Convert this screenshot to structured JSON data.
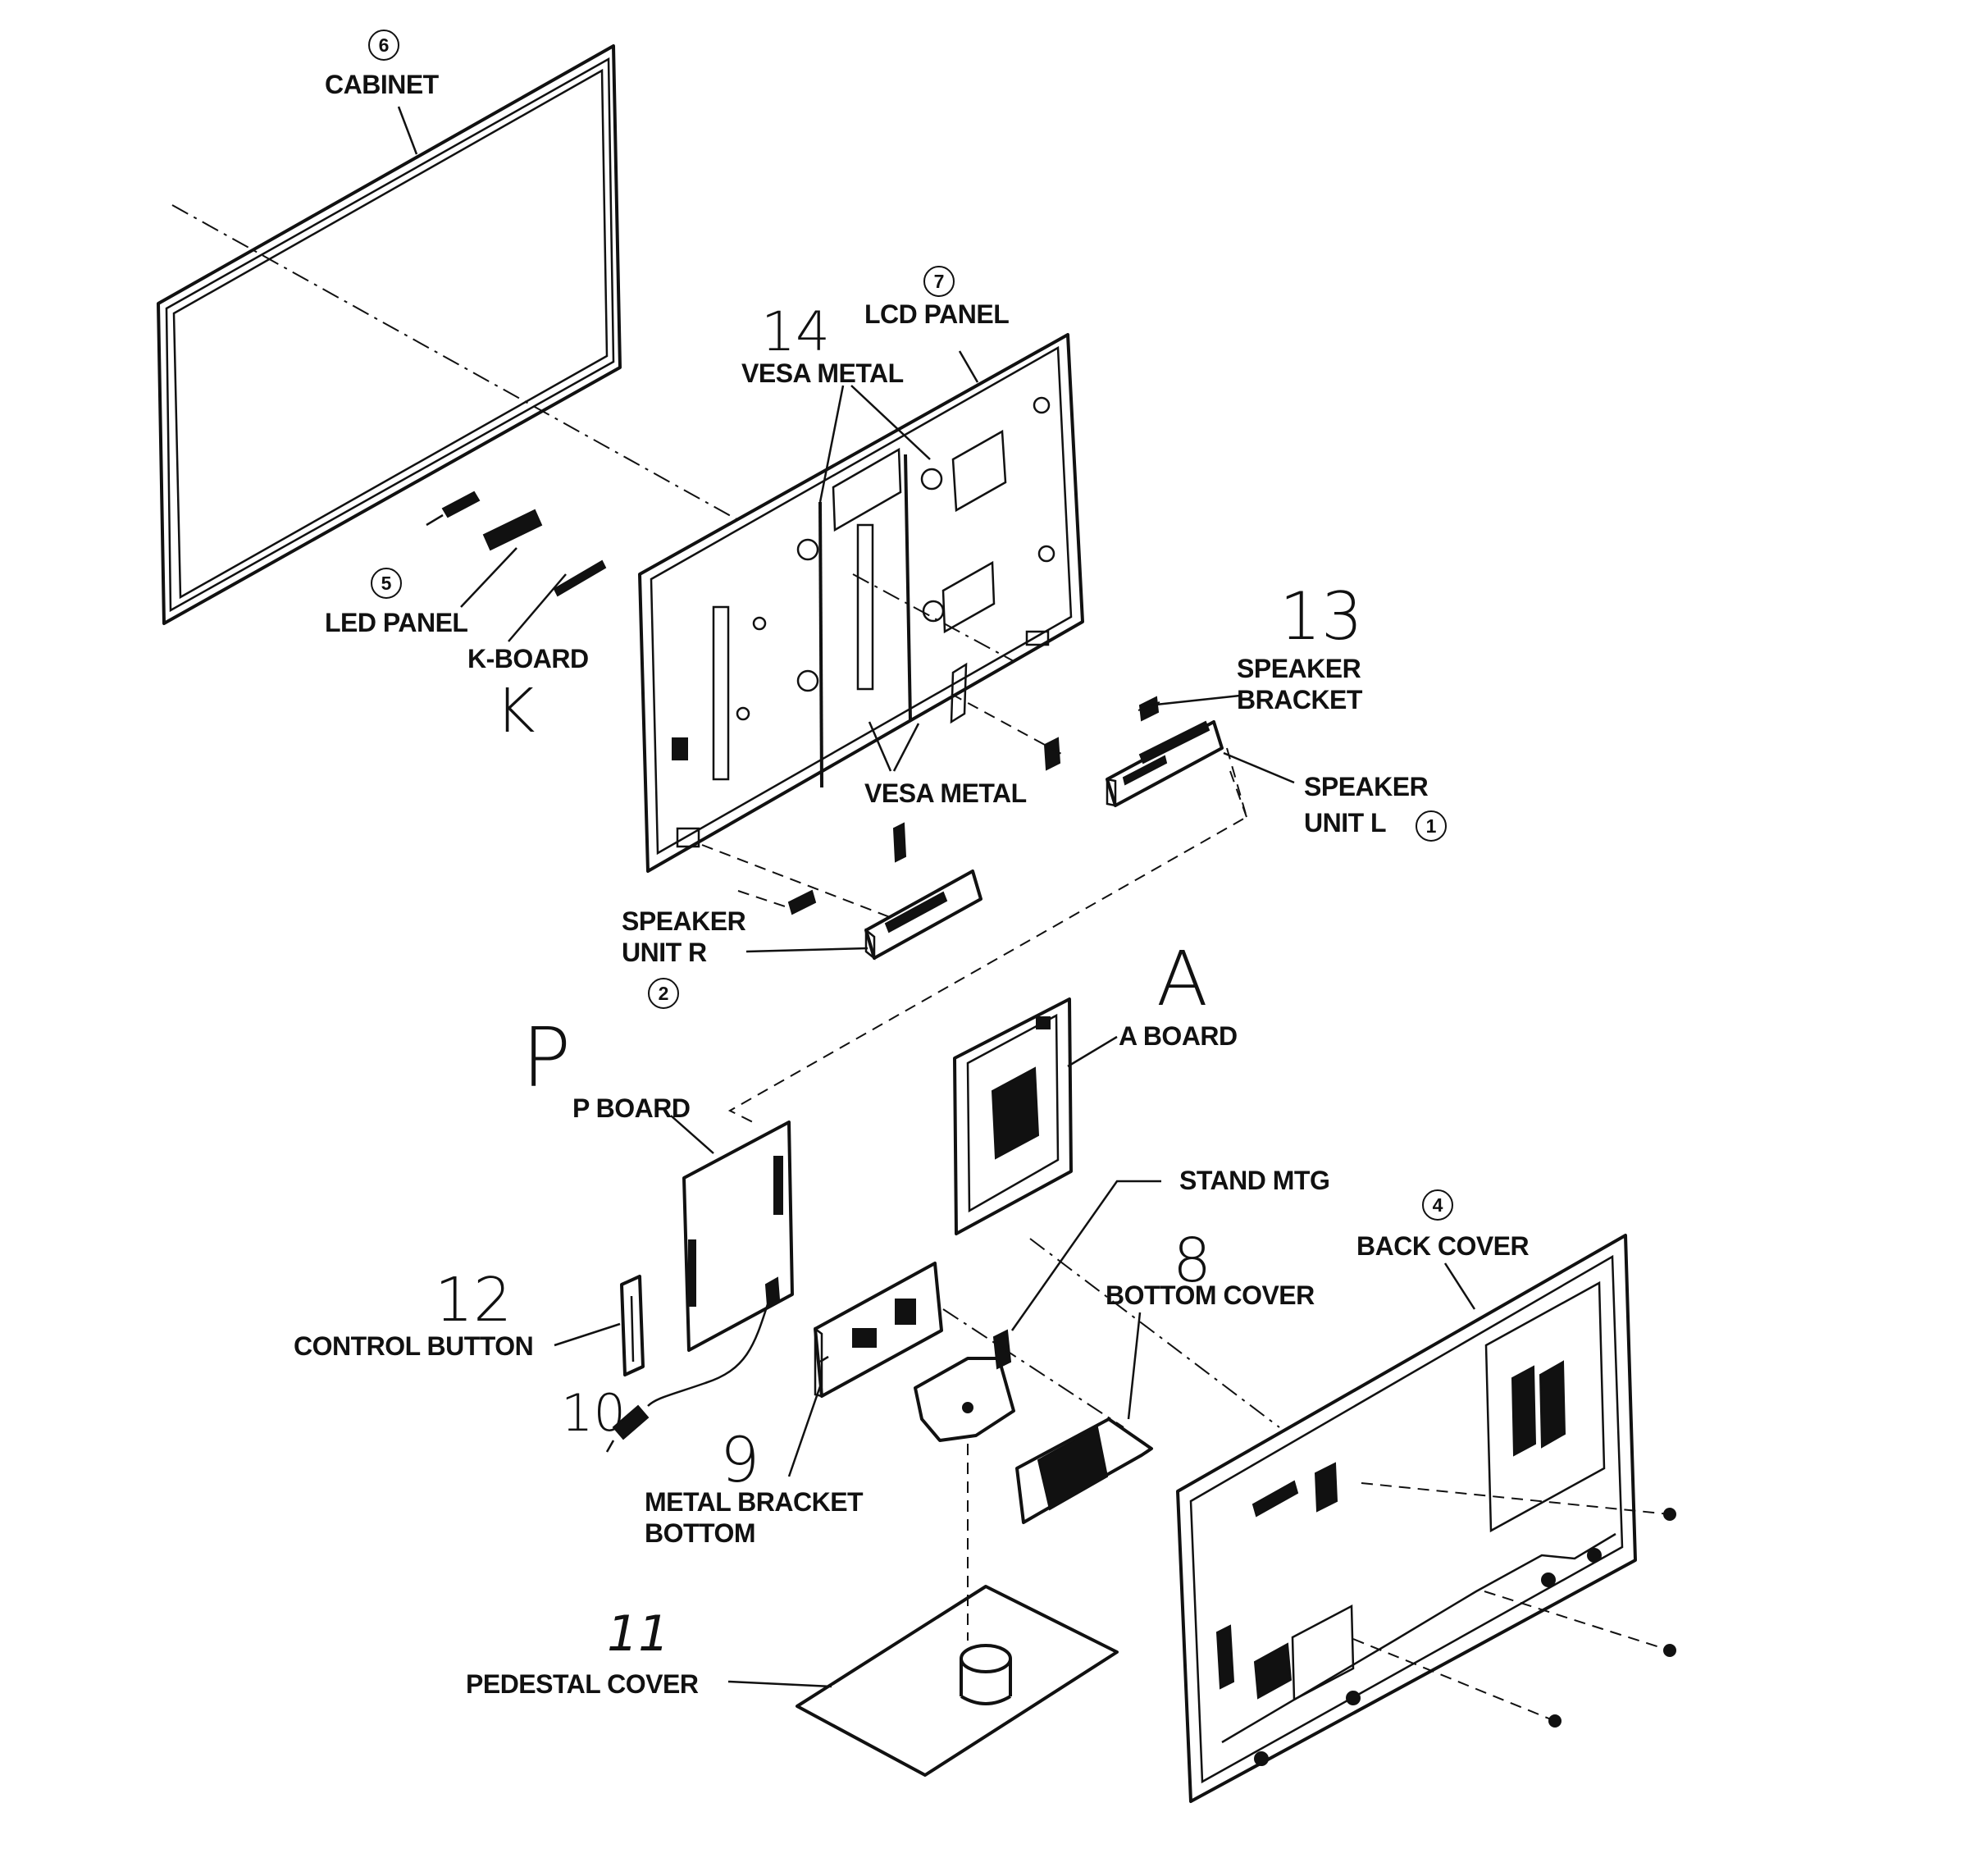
{
  "parts": {
    "cabinet": {
      "number": "6",
      "label": "CABINET"
    },
    "lcd_panel": {
      "number": "7",
      "label": "LCD PANEL"
    },
    "vesa_metal_top": {
      "handwritten": "14",
      "label": "VESA METAL"
    },
    "vesa_metal_bottom": {
      "label": "VESA METAL"
    },
    "led_panel": {
      "number": "5",
      "label": "LED PANEL"
    },
    "k_board": {
      "label": "K-BOARD",
      "handwritten": "K"
    },
    "speaker_bracket": {
      "handwritten": "13",
      "label_line1": "SPEAKER",
      "label_line2": "BRACKET"
    },
    "speaker_unit_l": {
      "label_line1": "SPEAKER",
      "label_line2": "UNIT L",
      "number": "1"
    },
    "speaker_unit_r": {
      "label_line1": "SPEAKER",
      "label_line2": "UNIT R",
      "number": "2"
    },
    "a_board": {
      "handwritten": "A",
      "label": "A BOARD"
    },
    "p_board": {
      "handwritten": "P",
      "label": "P BOARD"
    },
    "stand_mtg": {
      "label": "STAND MTG"
    },
    "back_cover": {
      "number": "4",
      "label": "BACK COVER"
    },
    "bottom_cover": {
      "handwritten": "8",
      "label": "BOTTOM COVER"
    },
    "control_button": {
      "handwritten": "12",
      "label": "CONTROL BUTTON"
    },
    "power_cord": {
      "handwritten": "10"
    },
    "metal_bracket_bottom": {
      "handwritten": "9",
      "label_line1": "METAL BRACKET",
      "label_line2": "BOTTOM"
    },
    "pedestal_cover": {
      "handwritten": "11",
      "label": "PEDESTAL COVER"
    }
  }
}
